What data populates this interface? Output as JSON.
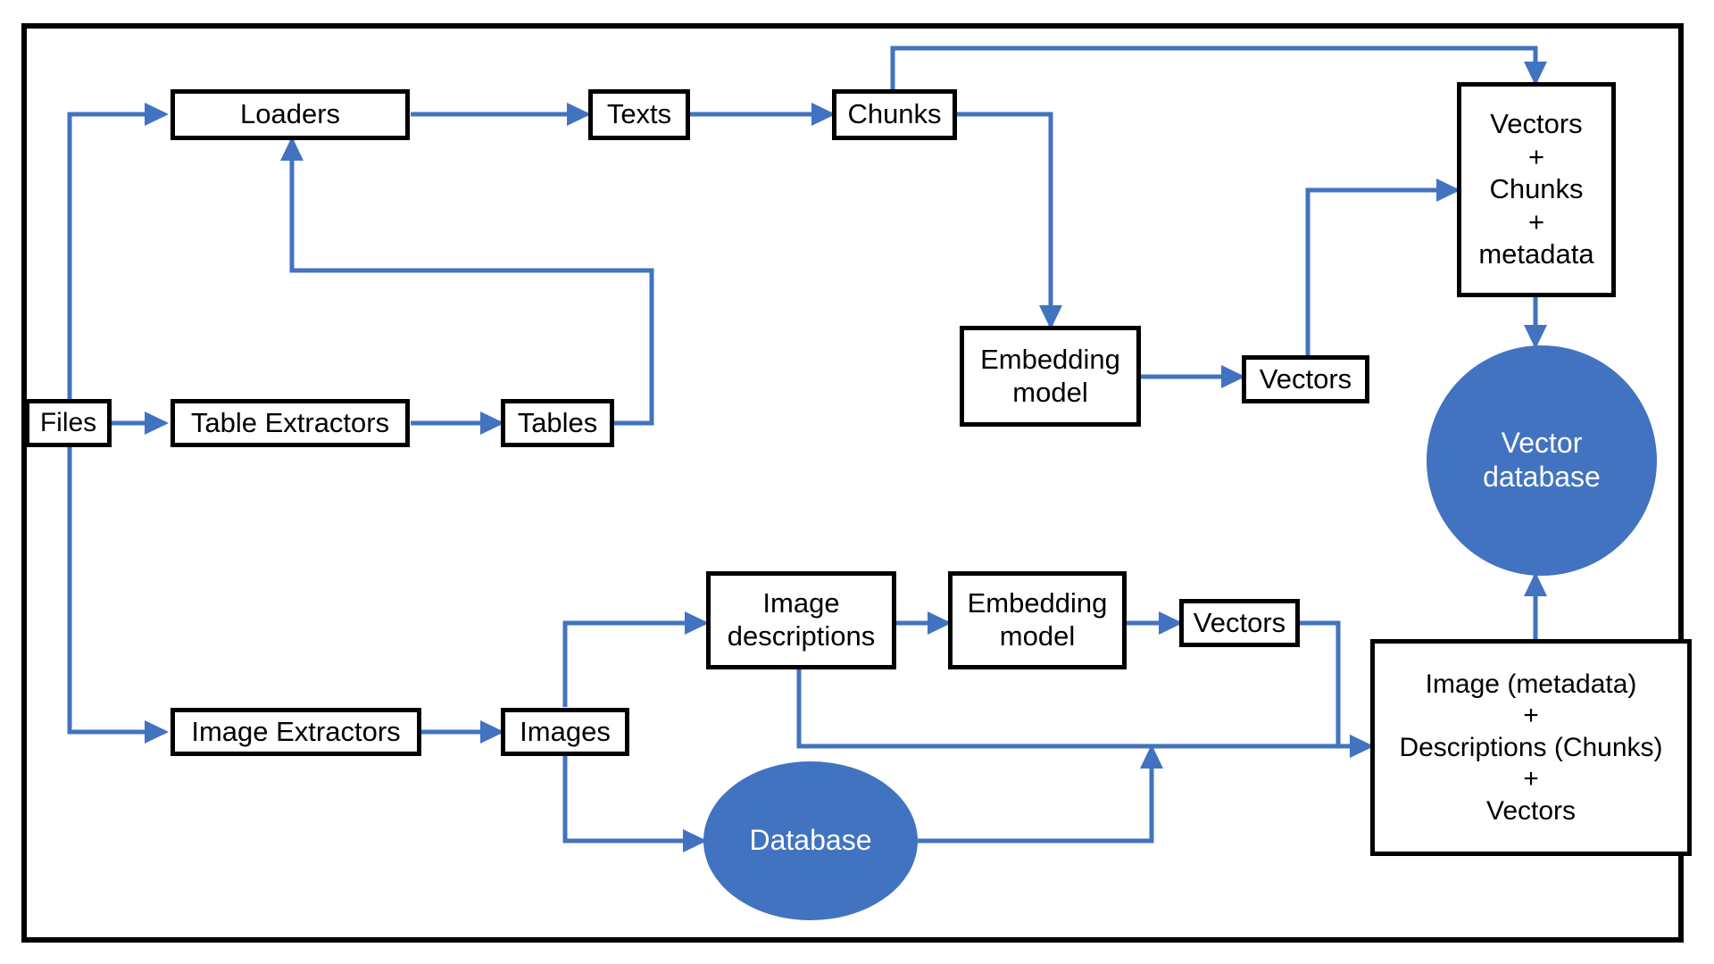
{
  "diagram": {
    "title": "Document ingestion and vector database pipeline",
    "colors": {
      "accent_blue": "#4273c0",
      "node_border": "#000000",
      "node_fill": "#ffffff",
      "frame_border": "#000000",
      "ellipse_text": "#ffffff"
    },
    "nodes": {
      "files": "Files",
      "loaders": "Loaders",
      "texts": "Texts",
      "chunks": "Chunks",
      "table_extractors": "Table Extractors",
      "tables": "Tables",
      "embedding_model_top": "Embedding\nmodel",
      "vectors_top": "Vectors",
      "vectors_chunks_metadata": "Vectors\n+\nChunks\n+\nmetadata",
      "vector_database": "Vector\ndatabase",
      "image_extractors": "Image Extractors",
      "images": "Images",
      "image_descriptions": "Image\ndescriptions",
      "embedding_model_bottom": "Embedding\nmodel",
      "vectors_bottom": "Vectors",
      "database": "Database",
      "image_metadata_descriptions_vectors": "Image (metadata)\n+\nDescriptions (Chunks)\n+\nVectors"
    },
    "edges": [
      {
        "id": "files-to-loaders",
        "from": "Files",
        "to": "Loaders",
        "arrow": true
      },
      {
        "id": "files-to-table-extractors",
        "from": "Files",
        "to": "Table Extractors",
        "arrow": true
      },
      {
        "id": "files-to-image-extractors",
        "from": "Files",
        "to": "Image Extractors",
        "arrow": true
      },
      {
        "id": "loaders-to-texts",
        "from": "Loaders",
        "to": "Texts",
        "arrow": true
      },
      {
        "id": "texts-to-chunks",
        "from": "Texts",
        "to": "Chunks",
        "arrow": true
      },
      {
        "id": "chunks-to-embedding-model",
        "from": "Chunks",
        "to": "Embedding model",
        "arrow": true
      },
      {
        "id": "chunks-to-vectors-chunks-metadata",
        "from": "Chunks",
        "to": "Vectors + Chunks + metadata",
        "arrow": true
      },
      {
        "id": "embedding-model-to-vectors",
        "from": "Embedding model",
        "to": "Vectors",
        "arrow": true
      },
      {
        "id": "vectors-to-vectors-chunks-metadata",
        "from": "Vectors",
        "to": "Vectors + Chunks + metadata",
        "arrow": true
      },
      {
        "id": "vectors-chunks-metadata-to-vector-database",
        "from": "Vectors + Chunks + metadata",
        "to": "Vector database",
        "arrow": true
      },
      {
        "id": "table-extractors-to-tables",
        "from": "Table Extractors",
        "to": "Tables",
        "arrow": true
      },
      {
        "id": "tables-to-loaders",
        "from": "Tables",
        "to": "Loaders",
        "arrow": true
      },
      {
        "id": "image-extractors-to-images",
        "from": "Image Extractors",
        "to": "Images",
        "arrow": true
      },
      {
        "id": "images-to-image-descriptions",
        "from": "Images",
        "to": "Image descriptions",
        "arrow": true
      },
      {
        "id": "images-to-database",
        "from": "Images",
        "to": "Database",
        "arrow": true
      },
      {
        "id": "image-descriptions-to-embedding-model",
        "from": "Image descriptions",
        "to": "Embedding model",
        "arrow": true
      },
      {
        "id": "embedding-model-to-vectors-bottom",
        "from": "Embedding model",
        "to": "Vectors",
        "arrow": true
      },
      {
        "id": "image-descriptions-to-image-record",
        "from": "Image descriptions",
        "to": "Image (metadata) + Descriptions (Chunks) + Vectors",
        "arrow": true
      },
      {
        "id": "vectors-bottom-to-image-record",
        "from": "Vectors",
        "to": "Image (metadata) + Descriptions (Chunks) + Vectors",
        "arrow": true
      },
      {
        "id": "database-to-image-record",
        "from": "Database",
        "to": "Image (metadata) + Descriptions (Chunks) + Vectors",
        "arrow": true
      },
      {
        "id": "image-record-to-vector-database",
        "from": "Image (metadata) + Descriptions (Chunks) + Vectors",
        "to": "Vector database",
        "arrow": true
      }
    ]
  }
}
